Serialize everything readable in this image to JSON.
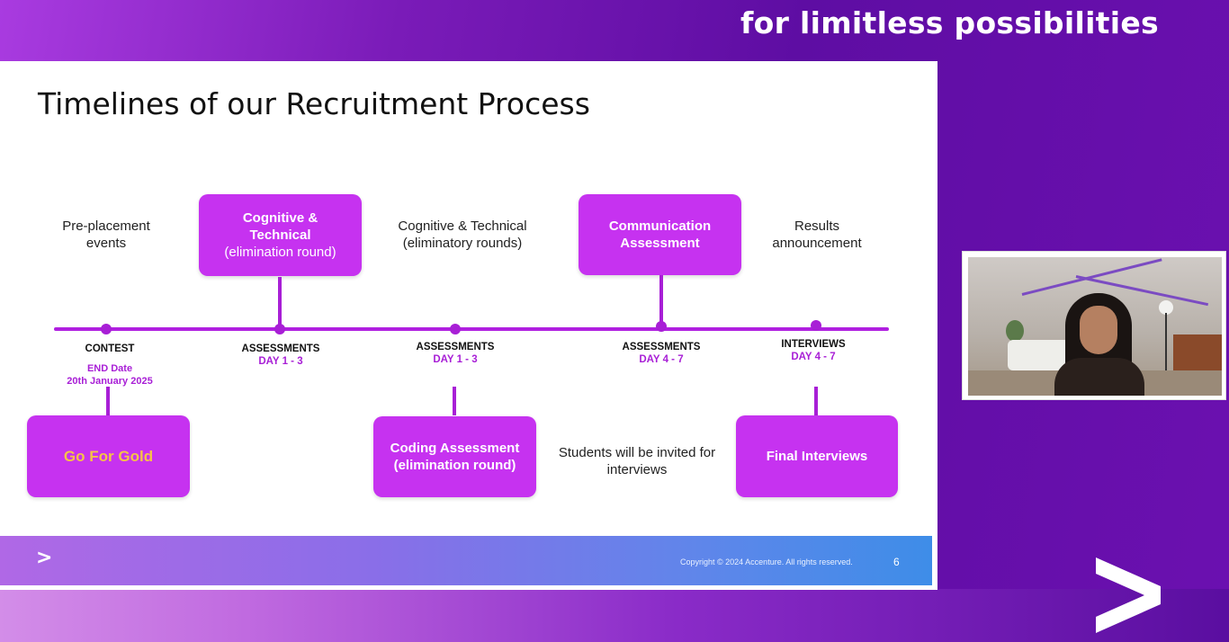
{
  "banner": {
    "line": "for limitless possibilities"
  },
  "slide": {
    "title": "Timelines of our Recruitment Process",
    "top_texts": {
      "preplacement": "Pre-placement events",
      "cognitive_rounds": "Cognitive & Technical (eliminatory rounds)",
      "results": "Results announcement"
    },
    "top_boxes": {
      "cognitive": {
        "title": "Cognitive & Technical",
        "sub": "(elimination round)"
      },
      "communication": {
        "title": "Communication Assessment"
      }
    },
    "milestones": [
      {
        "key": "CONTEST",
        "line1": "END Date",
        "line2": "20th January 2025"
      },
      {
        "key": "ASSESSMENTS",
        "value": "DAY 1 - 3"
      },
      {
        "key": "ASSESSMENTS",
        "value": "DAY 1 - 3"
      },
      {
        "key": "ASSESSMENTS",
        "value": "DAY 4 - 7"
      },
      {
        "key": "INTERVIEWS",
        "value": "DAY 4 - 7"
      }
    ],
    "bottom_boxes": {
      "go_for_gold": "Go For Gold",
      "coding": "Coding Assessment (elimination round)",
      "final": "Final Interviews"
    },
    "bottom_text": "Students will be invited for interviews",
    "footer": {
      "copyright": "Copyright © 2024 Accenture. All rights reserved.",
      "page": "6",
      "arrow": ">"
    }
  },
  "colors": {
    "accent": "#c632f0",
    "timeline": "#b020e0",
    "gold": "#f6c347"
  },
  "icons": {
    "footer": "chevron-right-icon",
    "brand": "accenture-chevron-logo"
  }
}
